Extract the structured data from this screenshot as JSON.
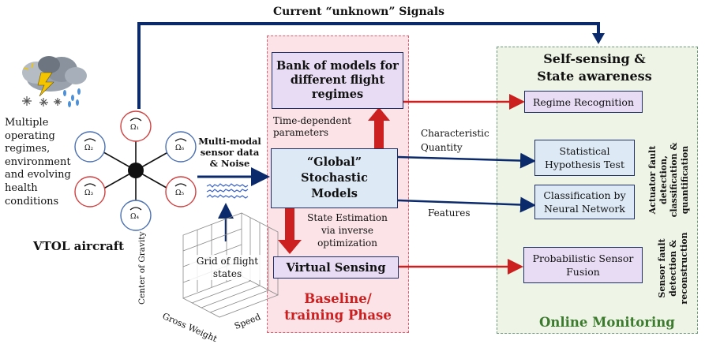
{
  "top_signal": "Current “unknown” Signals",
  "aircraft": {
    "label": "VTOL aircraft",
    "environment_text": [
      "Multiple",
      "operating",
      "regimes,",
      "environment",
      "and evolving",
      "health",
      "conditions"
    ],
    "rotors": [
      "Ω₁",
      "Ω₂",
      "Ω₃",
      "Ω₄",
      "Ω₅",
      "Ω₆"
    ]
  },
  "sensor": {
    "line1": "Multi-modal",
    "line2": "sensor data",
    "line3": "& Noise"
  },
  "grid": {
    "label_line1": "Grid of flight",
    "label_line2": "states",
    "axis_z": "Center of Gravity",
    "axis_x": "Gross Weight",
    "axis_y": "Speed"
  },
  "baseline": {
    "bank_line1": "Bank of models for",
    "bank_line2": "different flight",
    "bank_line3": "regimes",
    "time_dep_line1": "Time-dependent",
    "time_dep_line2": "parameters",
    "global_line1": "“Global”",
    "global_line2": "Stochastic",
    "global_line3": "Models",
    "state_est_line1": "State Estimation",
    "state_est_line2": "via inverse",
    "state_est_line3": "optimization",
    "virtual": "Virtual Sensing",
    "phase_line1": "Baseline/",
    "phase_line2": "training Phase"
  },
  "arrows": {
    "characteristic_line1": "Characteristic",
    "characteristic_line2": "Quantity",
    "features": "Features"
  },
  "online": {
    "title_line1": "Self-sensing &",
    "title_line2": "State awareness",
    "regime": "Regime Recognition",
    "stat_line1": "Statistical",
    "stat_line2": "Hypothesis Test",
    "nn_line1": "Classification by",
    "nn_line2": "Neural Network",
    "fusion_line1": "Probabilistic Sensor",
    "fusion_line2": "Fusion",
    "actuator_line1": "Actuator fault",
    "actuator_line2": "detection,",
    "actuator_line3": "classification &",
    "actuator_line4": "quantification",
    "sensor_fault_line1": "Sensor fault",
    "sensor_fault_line2": "detection &",
    "sensor_fault_line3": "reconstruction",
    "footer": "Online Monitoring"
  },
  "colors": {
    "navy": "#0b2a6b",
    "red": "#cc1f1f",
    "pink_bg": "#fbe3e7",
    "green_bg": "#eef4e6",
    "purple_box": "#e7dcf3",
    "blue_box": "#ddeaf6"
  }
}
